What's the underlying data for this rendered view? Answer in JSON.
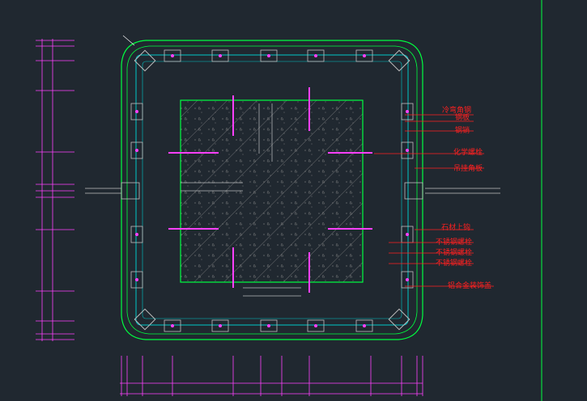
{
  "annotations": [
    "冷弯角钢",
    "钢板",
    "钢销",
    "化学螺栓",
    "吊挂角板",
    "石材上钩",
    "不锈钢螺栓",
    "不锈钢螺栓",
    "不锈钢螺栓",
    "铝合金装饰盖"
  ],
  "colors": {
    "background": "#202830",
    "label": "#ff2020",
    "leader": "#ff2020",
    "column_outline": "#00ff40",
    "stone_cladding": "#00ff40",
    "bracket": "#00c8c8",
    "bolt": "#ff40ff",
    "plate": "#c0c0c0",
    "dimension": "#ff40ff",
    "dimension_text": "#ffffff",
    "frame_line": "#00ff40"
  }
}
